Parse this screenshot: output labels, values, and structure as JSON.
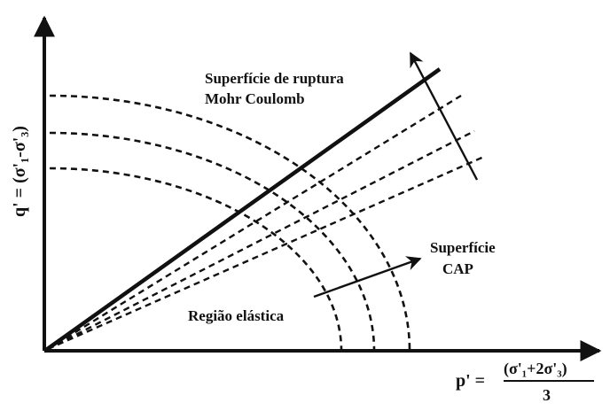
{
  "diagram": {
    "labels": {
      "failure_surface_line1": "Superfície de ruptura",
      "failure_surface_line2": "Mohr Coulomb",
      "cap_surface_line1": "Superfície",
      "cap_surface_line2": "CAP",
      "elastic_region": "Região elástica"
    },
    "y_axis": {
      "label": "q' = (σ'₁-σ'₃)"
    },
    "x_axis": {
      "label_prefix": "p' =",
      "numerator": "(σ'₁+2σ'₃)",
      "denominator": "3"
    },
    "colors": {
      "ink": "#111111",
      "background": "#ffffff"
    }
  }
}
